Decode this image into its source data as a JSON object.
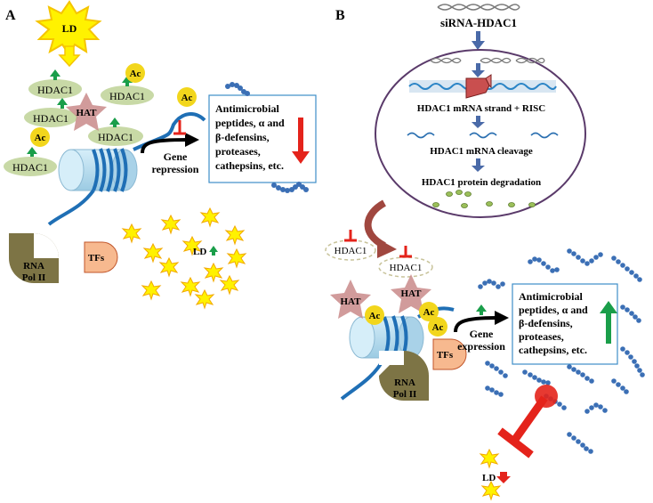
{
  "panels": {
    "a": {
      "letter": "A",
      "ld_burst": "LD",
      "hdac_labels": [
        "HDAC1",
        "HDAC1",
        "HDAC1",
        "HDAC1",
        "HDAC1"
      ],
      "ac_labels": [
        "Ac",
        "Ac",
        "Ac"
      ],
      "hat_label": "HAT",
      "gene_repression": [
        "Gene",
        "repression"
      ],
      "box_lines": [
        "Antimicrobial",
        "peptides, α and",
        "β-defensins,",
        "proteases,",
        "cathepsins, etc."
      ],
      "rna_pol": [
        "RNA",
        "Pol II"
      ],
      "tfs": "TFs",
      "ld_small": "LD"
    },
    "b": {
      "letter": "B",
      "sirna": "siRNA-HDAC1",
      "circle_lines": [
        "HDAC1 mRNA strand + RISC",
        "HDAC1 mRNA cleavage",
        "HDAC1 protein degradation"
      ],
      "hdac_faded": [
        "HDAC1",
        "HDAC1"
      ],
      "hat_labels": [
        "HAT",
        "HAT"
      ],
      "ac_labels": [
        "Ac",
        "Ac",
        "Ac"
      ],
      "gene_expression": [
        "Gene",
        "expression"
      ],
      "tfs": "TFs",
      "rna_pol": [
        "RNA",
        "Pol II"
      ],
      "box_lines": [
        "Antimicrobial",
        "peptides, α and",
        "β-defensins,",
        "proteases,",
        "cathepsins, etc."
      ],
      "ld_small": "LD"
    }
  },
  "colors": {
    "hdac_fill": "#c8d9a6",
    "ac_fill": "#f2d61c",
    "hat_fill": "#c98a8a",
    "tfs_fill": "#f7b98f",
    "rna_pol_fill": "#7d7445",
    "box_border": "#3e8ec8",
    "chain_blue": "#3b6fb5",
    "dna_blue": "#1f6fb5",
    "nucleosome": "#b7dcef",
    "green_arrow": "#1a9e4a",
    "red_arrow": "#e4231b",
    "circle_border": "#5a3a6a",
    "curved_arrow": "#a0473f",
    "burst_yellow": "#fff200"
  }
}
